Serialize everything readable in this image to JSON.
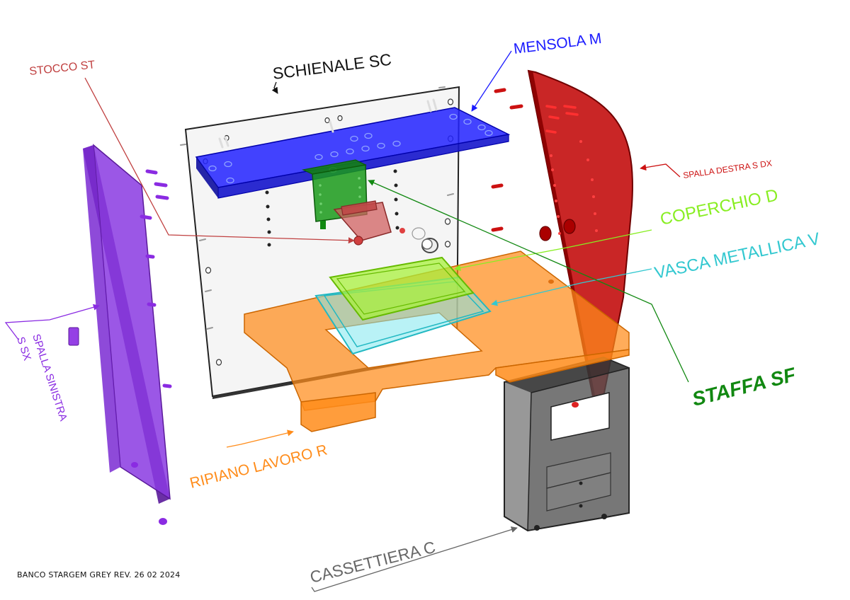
{
  "labels": {
    "schienale": "SCHIENALE SC",
    "mensola": "MENSOLA M",
    "stocco": "STOCCO ST",
    "spalla_destra": "SPALLA DESTRA S DX",
    "coperchio": "COPERCHIO D",
    "vasca": "VASCA METALLICA V",
    "staffa": "STAFFA SF",
    "spalla_sinistra_1": "SPALLA SINISTRA",
    "spalla_sinistra_2": "S SX",
    "ripiano": "RIPIANO LAVORO R",
    "cassettiera": "CASSETTIERA C"
  },
  "footer": "BANCO STARGEM GREY REV. 26 02 2024",
  "colors": {
    "schienale": "#111111",
    "mensola": "#1a1aff",
    "stocco": "#c04040",
    "spalla_destra": "#cc1111",
    "coperchio": "#88ee22",
    "vasca": "#33c8d0",
    "staffa": "#118811",
    "spalla_sinistra": "#8a2be2",
    "ripiano": "#ff8c1a",
    "cassettiera": "#555555"
  }
}
